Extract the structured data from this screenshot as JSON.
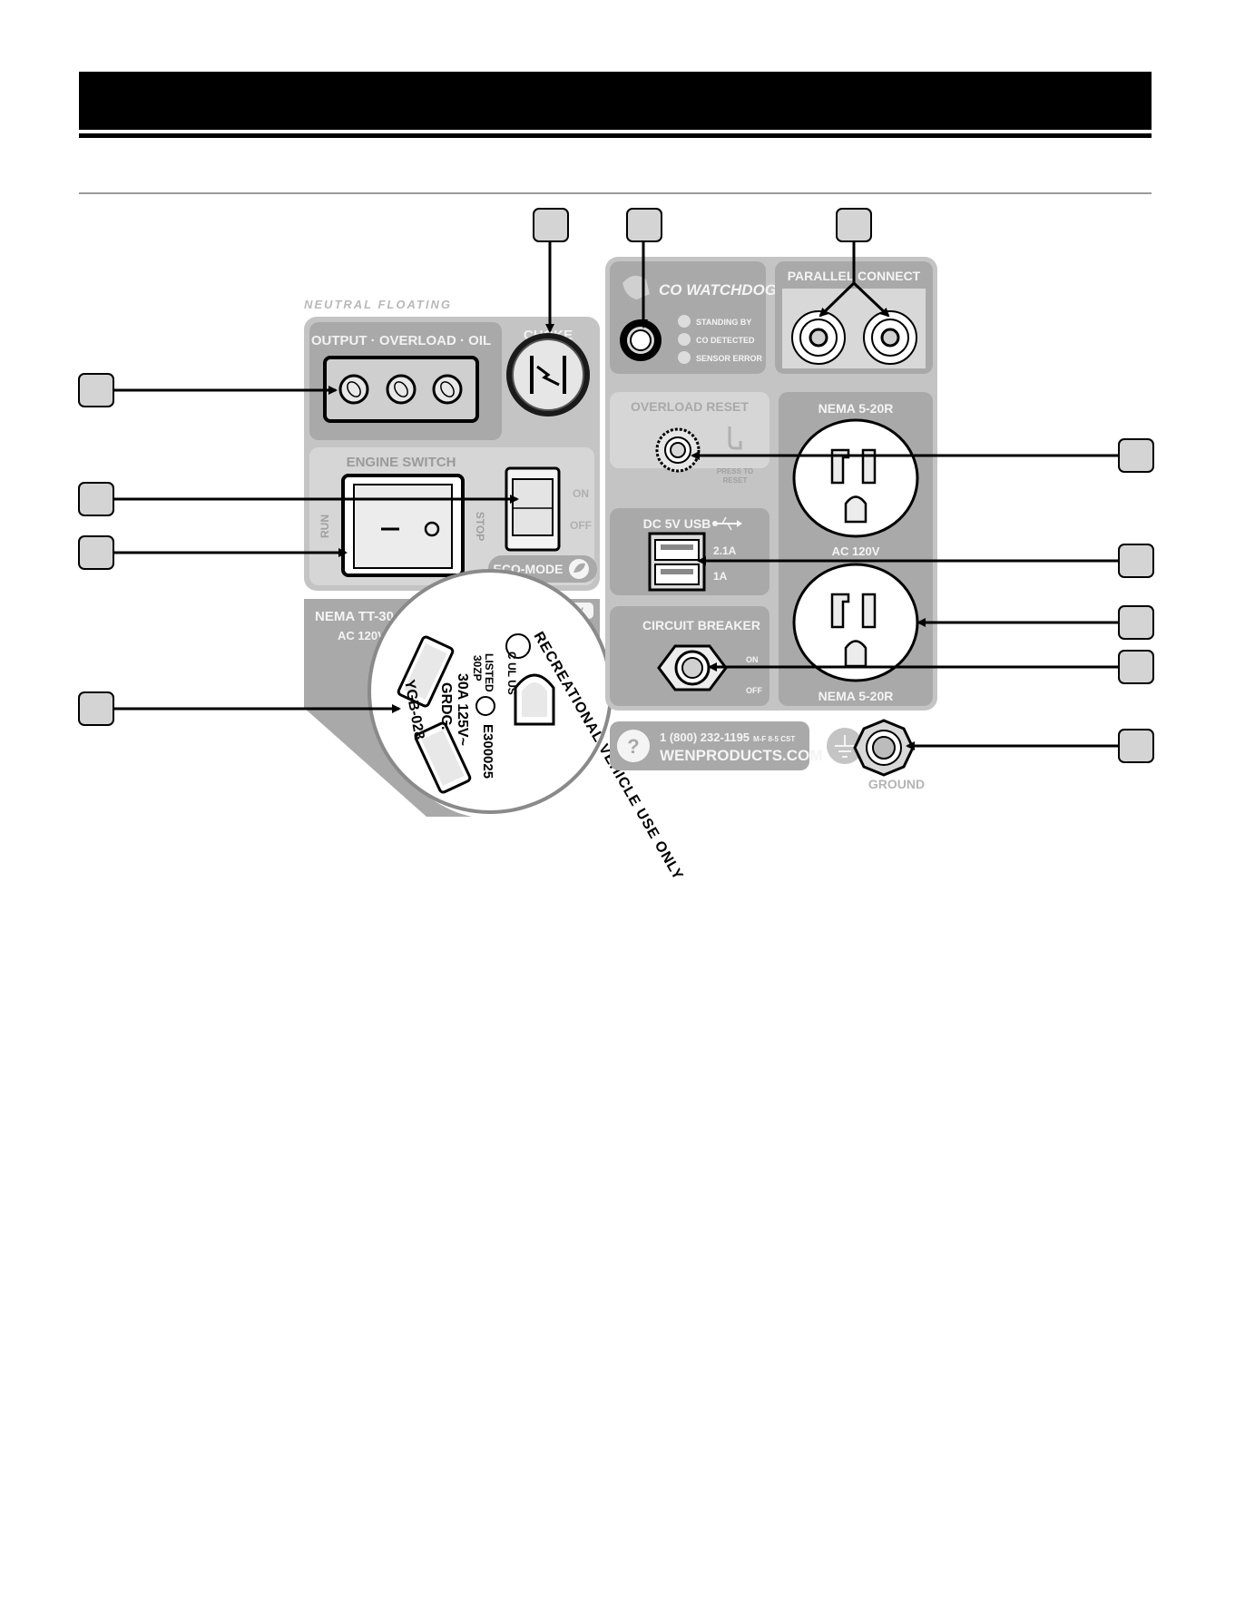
{
  "panel": {
    "neutral_floating": "NEUTRAL FLOATING",
    "indicators_title": "OUTPUT · OVERLOAD · OIL",
    "choke_title": "CHOKE",
    "engine_switch_title": "ENGINE SWITCH",
    "run_label": "RUN",
    "stop_label": "STOP",
    "on_label": "ON",
    "off_label": "OFF",
    "eco_mode_label": "ECO-MODE",
    "co_watchdog_logo": "CO WATCHDOG",
    "co_status": [
      "STANDING BY",
      "CO DETECTED",
      "SENSOR ERROR"
    ],
    "parallel_connect_title": "PARALLEL CONNECT",
    "overload_reset_title": "OVERLOAD RESET",
    "press_to_reset": [
      "PRESS TO",
      "RESET"
    ],
    "usb_title": "DC 5V USB",
    "usb_port_1": "2.1A",
    "usb_port_2": "1A",
    "circuit_breaker_title": "CIRCUIT BREAKER",
    "breaker_on": "ON",
    "breaker_off": "OFF",
    "nema_top": "NEMA 5-20R",
    "ac_120v": "AC 120V",
    "nema_bottom": "NEMA 5-20R",
    "rv_title": "NEMA TT-30 RV",
    "rv_voltage": "AC 120V",
    "rv_badge": "RV",
    "rv_ring_text": "RECREATIONAL VEHICLE USE ONLY",
    "rv_cert": "C UL US",
    "rv_listed": "LISTED",
    "rv_zp": "30ZP",
    "rv_rating_1": "30A 125V~",
    "rv_rating_2": "GRDG.",
    "rv_model": "YGB-028",
    "rv_file": "E300025",
    "phone": "1 (800) 232-1195",
    "phone_hours": "M-F 8-5 CST",
    "website": "WENPRODUCTS.COM",
    "help_symbol": "?",
    "ground_label": "GROUND"
  },
  "colors": {
    "panel_dark": "#a9a9a9",
    "panel_light": "#d9d9d9",
    "panel_text": "#f4f4f4",
    "callout_fill": "#d4d4d4"
  }
}
